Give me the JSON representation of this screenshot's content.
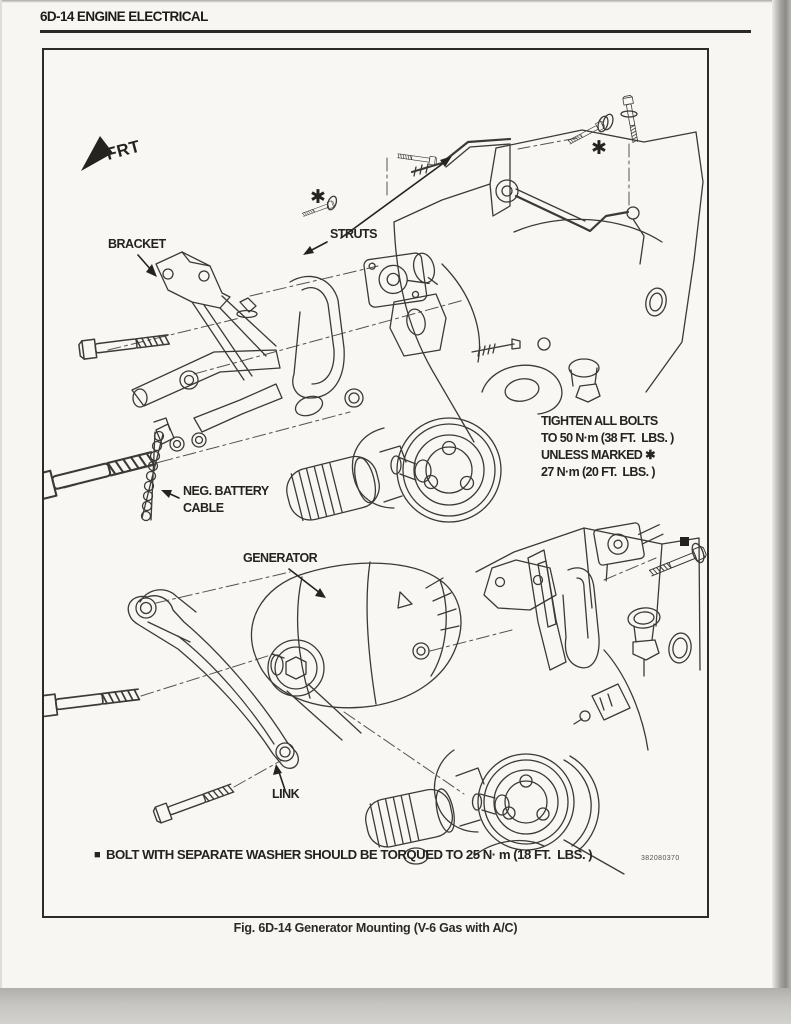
{
  "page": {
    "header": "6D-14  ENGINE ELECTRICAL",
    "caption": "Fig. 6D-14 Generator Mounting (V-6 Gas with A/C)"
  },
  "figure": {
    "direction_indicator": "FRT",
    "labels": {
      "bracket": "BRACKET",
      "struts": "STRUTS",
      "neg_battery_line1": "NEG. BATTERY",
      "neg_battery_line2": "CABLE",
      "generator": "GENERATOR",
      "link": "LINK"
    },
    "torque_note": [
      "TIGHTEN ALL BOLTS",
      "TO 50 N·m (38 FT.  LBS. )",
      "UNLESS MARKED ✱",
      "27 N·m (20 FT.  LBS. )"
    ],
    "bottom_note": "BOLT WITH SEPARATE WASHER SHOULD BE TORQUED TO 25 N· m (18 FT.  LBS. )",
    "asterisk_mark": "✱",
    "square_marker": "■",
    "part_number": "382080370"
  },
  "colors": {
    "ink": "#2c2b29",
    "paper": "#f7f6f2"
  }
}
